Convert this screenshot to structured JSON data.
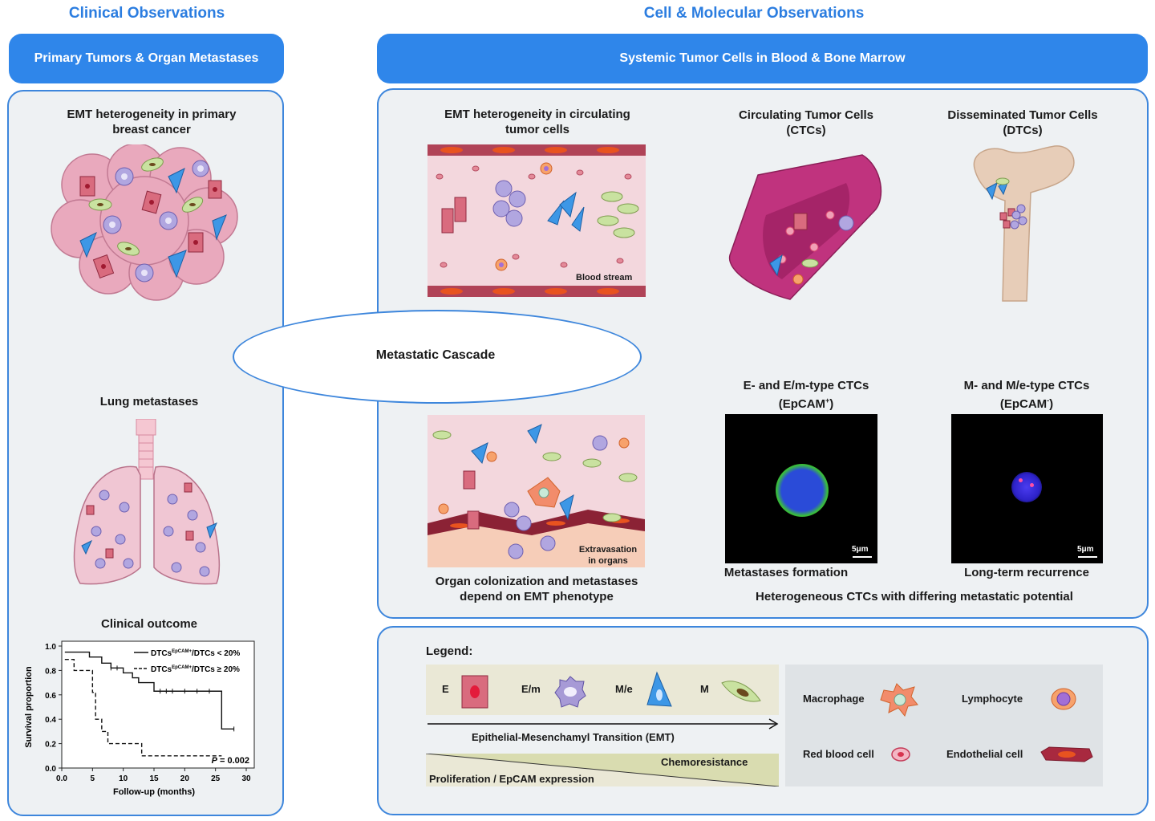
{
  "headers": {
    "clinical": "Clinical Observations",
    "molecular": "Cell & Molecular Observations"
  },
  "banners": {
    "left": "Primary Tumors & Organ Metastases",
    "right": "Systemic Tumor Cells in Blood & Bone Marrow"
  },
  "left_panel": {
    "emt_title": "EMT heterogeneity in primary breast cancer",
    "lung_title": "Lung metastases",
    "outcome_title": "Clinical outcome"
  },
  "center": {
    "cascade": "Metastatic Cascade"
  },
  "right_panel": {
    "ctc_emt_title": "EMT heterogeneity in circulating tumor cells",
    "blood_stream": "Blood stream",
    "ctc_title": "Circulating Tumor Cells (CTCs)",
    "dtc_title": "Disseminated Tumor Cells (DTCs)",
    "extravasation": "Extravasation in organs",
    "organ_caption": "Organ colonization and metastases depend on EMT phenotype",
    "epcam_pos_title_a": "E- and E/m-type CTCs",
    "epcam_pos_title_b": "(EpCAM",
    "epcam_pos_sup": "+",
    "epcam_neg_title_a": "M- and M/e-type CTCs",
    "epcam_neg_title_b": "(EpCAM",
    "epcam_neg_sup": "-",
    "close_paren": ")",
    "scale_label": "5μm",
    "metastases_formation": "Metastases formation",
    "long_term": "Long-term recurrence",
    "heterogeneous": "Heterogeneous CTCs with differing metastatic potential"
  },
  "legend": {
    "title": "Legend:",
    "types": [
      "E",
      "E/m",
      "M/e",
      "M"
    ],
    "emt_arrow": "Epithelial-Mesenchamyl Transition (EMT)",
    "chemoresistance": "Chemoresistance",
    "proliferation": "Proliferation / EpCAM expression",
    "cells": [
      "Macrophage",
      "Lymphocyte",
      "Red blood cell",
      "Endothelial cell"
    ]
  },
  "colors": {
    "accent": "#2f86ea",
    "panel_border": "#3d86dc",
    "panel_bg": "#eef1f3",
    "blood_bg": "#f3d7dd",
    "epithelial": "#d96b7e",
    "e_m": "#a79ad6",
    "m_e": "#3d97e6",
    "mesenchymal": "#c9e2a0"
  },
  "chart_data": {
    "type": "line",
    "title": "",
    "xlabel": "Follow-up (months)",
    "ylabel": "Survival proportion",
    "xlim": [
      0,
      30
    ],
    "ylim": [
      0,
      1.0
    ],
    "xticks": [
      "0.0",
      "5",
      "10",
      "15",
      "20",
      "25",
      "30"
    ],
    "yticks": [
      "0.0",
      "0.2",
      "0.4",
      "0.6",
      "0.8",
      "1.0"
    ],
    "annotation_p": "P",
    "annotation_val": " = 0.002",
    "series": [
      {
        "name_a": "DTCs",
        "name_sup": "EpCAM+",
        "name_b": "/DTCs < 20%",
        "style": "solid",
        "points": [
          [
            0.5,
            0.95
          ],
          [
            4.5,
            0.95
          ],
          [
            4.5,
            0.91
          ],
          [
            6.5,
            0.91
          ],
          [
            6.5,
            0.86
          ],
          [
            8,
            0.86
          ],
          [
            8,
            0.82
          ],
          [
            10,
            0.82
          ],
          [
            10,
            0.78
          ],
          [
            11.5,
            0.78
          ],
          [
            11.5,
            0.74
          ],
          [
            12.5,
            0.74
          ],
          [
            12.5,
            0.7
          ],
          [
            15,
            0.7
          ],
          [
            15,
            0.63
          ],
          [
            26,
            0.63
          ],
          [
            26,
            0.32
          ],
          [
            28,
            0.32
          ]
        ]
      },
      {
        "name_a": "DTCs",
        "name_sup": "EpCAM+",
        "name_b": "/DTCs ≥ 20%",
        "style": "dashed",
        "points": [
          [
            0.5,
            0.89
          ],
          [
            2,
            0.89
          ],
          [
            2,
            0.8
          ],
          [
            5,
            0.8
          ],
          [
            5,
            0.62
          ],
          [
            5.5,
            0.62
          ],
          [
            5.5,
            0.4
          ],
          [
            6.5,
            0.4
          ],
          [
            6.5,
            0.3
          ],
          [
            7.5,
            0.3
          ],
          [
            7.5,
            0.2
          ],
          [
            13,
            0.2
          ],
          [
            13,
            0.1
          ],
          [
            26,
            0.1
          ]
        ]
      }
    ]
  }
}
